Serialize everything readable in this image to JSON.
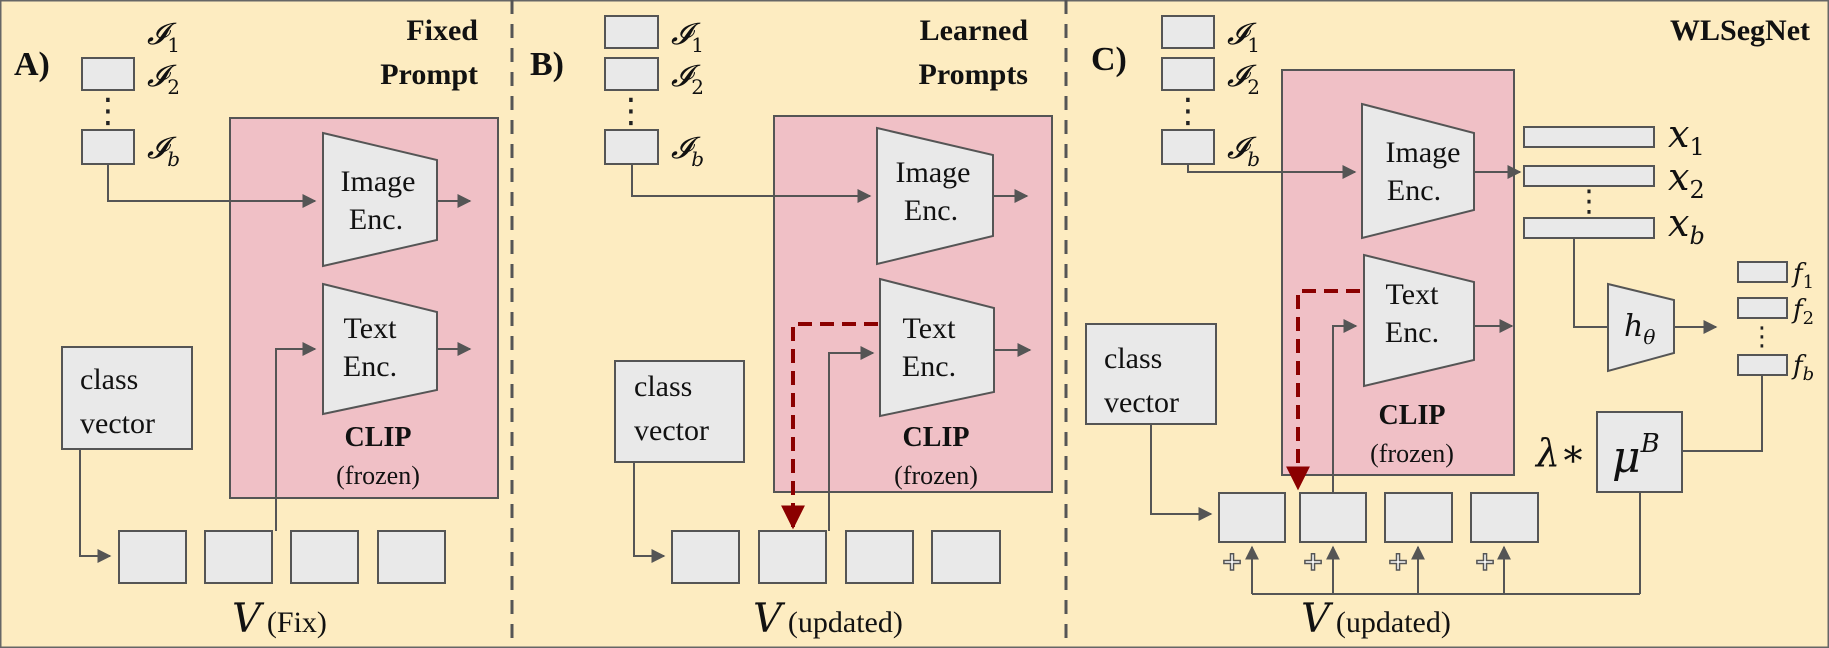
{
  "colors": {
    "background": "#fdecc1",
    "clip_box": "#f0c0c6",
    "block": "#e9e9e9",
    "line": "#555555",
    "dashed_arrow": "#8b0000",
    "divider": "#555555"
  },
  "panels": [
    {
      "letter": "A)",
      "title_line1": "Fixed",
      "title_line2": "Prompt",
      "input_labels": [
        "𝓘",
        "𝓘",
        "𝓘"
      ],
      "input_subscripts": [
        "1",
        "2",
        "b"
      ],
      "image_encoder": [
        "Image",
        "Enc."
      ],
      "text_encoder": [
        "Text",
        "Enc."
      ],
      "clip_label": "CLIP",
      "clip_note": "(frozen)",
      "class_vector": [
        "class",
        "vector"
      ],
      "v_symbol": "V",
      "v_note": "(Fix)"
    },
    {
      "letter": "B)",
      "title_line1": "Learned",
      "title_line2": "Prompts",
      "input_labels": [
        "𝓘",
        "𝓘",
        "𝓘"
      ],
      "input_subscripts": [
        "1",
        "2",
        "b"
      ],
      "image_encoder": [
        "Image",
        "Enc."
      ],
      "text_encoder": [
        "Text",
        "Enc."
      ],
      "clip_label": "CLIP",
      "clip_note": "(frozen)",
      "class_vector": [
        "class",
        "vector"
      ],
      "v_symbol": "V",
      "v_note": "(updated)"
    },
    {
      "letter": "C)",
      "title_line1": "WLSegNet",
      "input_labels": [
        "𝓘",
        "𝓘",
        "𝓘"
      ],
      "input_subscripts": [
        "1",
        "2",
        "b"
      ],
      "image_encoder": [
        "Image",
        "Enc."
      ],
      "text_encoder": [
        "Text",
        "Enc."
      ],
      "clip_label": "CLIP",
      "clip_note": "(frozen)",
      "class_vector": [
        "class",
        "vector"
      ],
      "feature_labels": [
        "x",
        "x",
        "x"
      ],
      "feature_subscripts": [
        "1",
        "2",
        "b"
      ],
      "projector_label": "h",
      "projector_subscript": "θ",
      "output_labels": [
        "f",
        "f",
        "f"
      ],
      "output_subscripts": [
        "1",
        "2",
        "b"
      ],
      "scale_label": "λ∗",
      "mu_label": "μ",
      "mu_superscript": "B",
      "v_symbol": "V",
      "v_note": "(updated)"
    }
  ]
}
